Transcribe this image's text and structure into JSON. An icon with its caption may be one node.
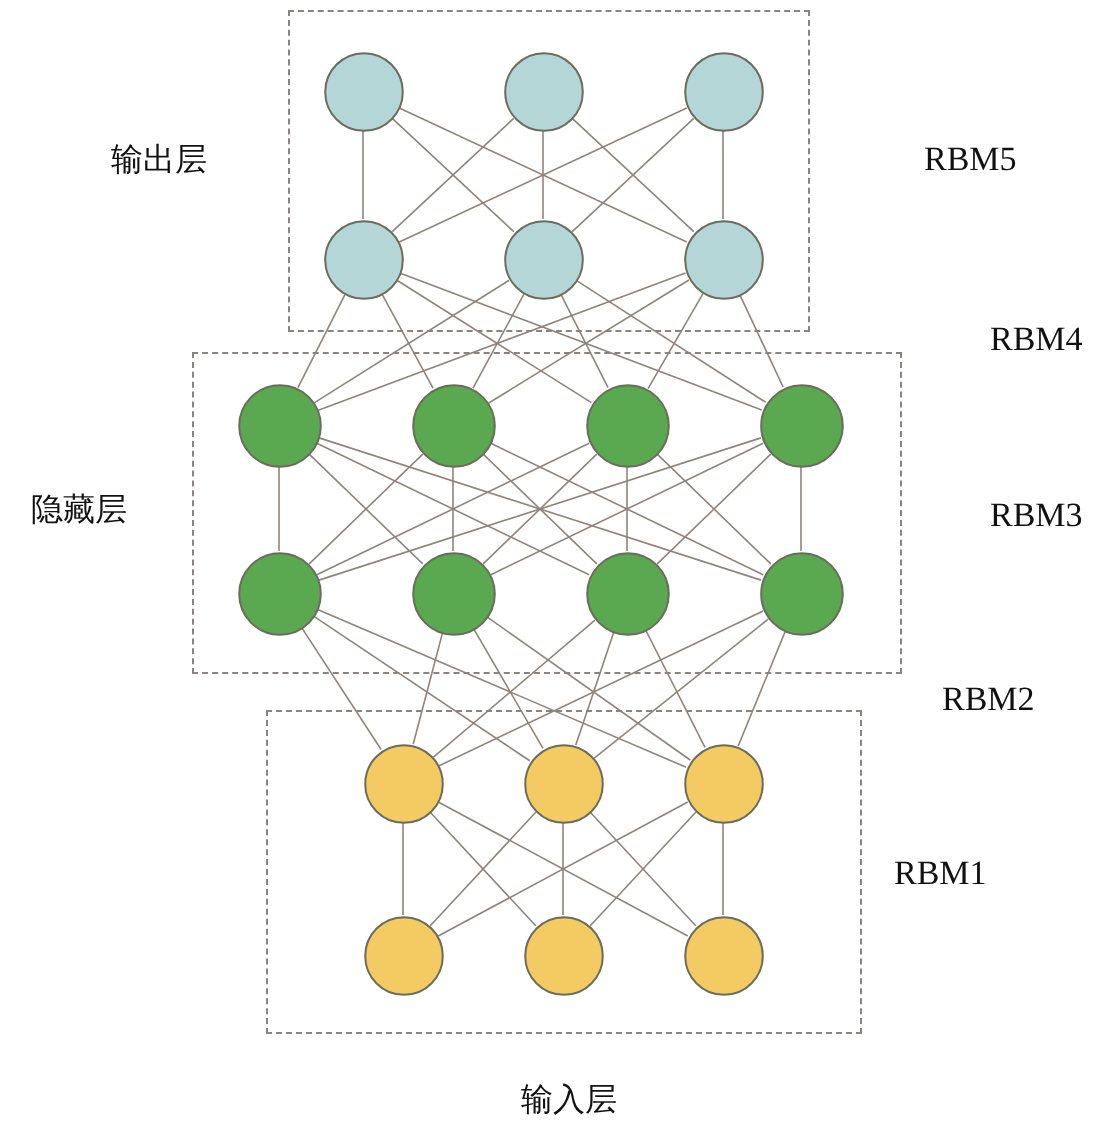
{
  "diagram": {
    "nodes": [
      {
        "text": [
          "输出层"
        ]
      },
      {
        "text": [],
        "shape": "circle",
        "in": 0
      },
      {
        "text": [],
        "shape": "circle",
        "in": 0
      },
      {
        "text": [],
        "shape": "circle",
        "in": 0
      },
      {
        "text": [],
        "shape": "circle",
        "in": 0
      },
      {
        "text": [],
        "shape": "circle",
        "in": 0
      },
      {
        "text": [],
        "shape": "circle",
        "in": 0
      },
      {
        "text": [
          "隐藏层"
        ]
      },
      {
        "text": [],
        "shape": "circle",
        "in": 7
      },
      {
        "text": [],
        "shape": "circle",
        "in": 7
      },
      {
        "text": [],
        "shape": "circle",
        "in": 7
      },
      {
        "text": [],
        "shape": "circle",
        "in": 7
      },
      {
        "text": [],
        "shape": "circle",
        "in": 7
      },
      {
        "text": [],
        "shape": "circle",
        "in": 7
      },
      {
        "text": [],
        "shape": "circle",
        "in": 7
      },
      {
        "text": [],
        "shape": "circle",
        "in": 7
      },
      {
        "text": [
          "输入层"
        ]
      },
      {
        "text": [],
        "shape": "circle",
        "in": 16
      },
      {
        "text": [],
        "shape": "circle",
        "in": 16
      },
      {
        "text": [],
        "shape": "circle",
        "in": 16
      },
      {
        "text": [],
        "shape": "circle",
        "in": 16
      },
      {
        "text": [],
        "shape": "circle",
        "in": 16
      },
      {
        "text": [],
        "shape": "circle",
        "in": 16
      }
    ],
    "edges": [
      {
        "from": 1,
        "to": 4,
        "arrow": "none"
      },
      {
        "from": 1,
        "to": 5,
        "arrow": "none"
      },
      {
        "from": 1,
        "to": 6,
        "arrow": "none"
      },
      {
        "from": 2,
        "to": 4,
        "arrow": "none"
      },
      {
        "from": 2,
        "to": 5,
        "arrow": "none"
      },
      {
        "from": 2,
        "to": 6,
        "arrow": "none"
      },
      {
        "from": 3,
        "to": 4,
        "arrow": "none"
      },
      {
        "from": 3,
        "to": 5,
        "arrow": "none"
      },
      {
        "from": 3,
        "to": 6,
        "arrow": "none"
      },
      {
        "from": 4,
        "to": 8,
        "arrow": "none"
      },
      {
        "from": 4,
        "to": 9,
        "arrow": "none"
      },
      {
        "from": 4,
        "to": 10,
        "arrow": "none"
      },
      {
        "from": 4,
        "to": 11,
        "arrow": "none"
      },
      {
        "from": 5,
        "to": 8,
        "arrow": "none"
      },
      {
        "from": 5,
        "to": 9,
        "arrow": "none"
      },
      {
        "from": 5,
        "to": 10,
        "arrow": "none"
      },
      {
        "from": 5,
        "to": 11,
        "arrow": "none"
      },
      {
        "from": 6,
        "to": 8,
        "arrow": "none"
      },
      {
        "from": 6,
        "to": 9,
        "arrow": "none"
      },
      {
        "from": 6,
        "to": 10,
        "arrow": "none"
      },
      {
        "from": 6,
        "to": 11,
        "arrow": "none"
      },
      {
        "from": 8,
        "to": 12,
        "arrow": "none"
      },
      {
        "from": 8,
        "to": 13,
        "arrow": "none"
      },
      {
        "from": 8,
        "to": 14,
        "arrow": "none"
      },
      {
        "from": 8,
        "to": 15,
        "arrow": "none"
      },
      {
        "from": 9,
        "to": 12,
        "arrow": "none"
      },
      {
        "from": 9,
        "to": 13,
        "arrow": "none"
      },
      {
        "from": 9,
        "to": 14,
        "arrow": "none"
      },
      {
        "from": 9,
        "to": 15,
        "arrow": "none"
      },
      {
        "from": 10,
        "to": 12,
        "arrow": "none"
      },
      {
        "from": 10,
        "to": 13,
        "arrow": "none"
      },
      {
        "from": 10,
        "to": 14,
        "arrow": "none"
      },
      {
        "from": 10,
        "to": 15,
        "arrow": "none"
      },
      {
        "from": 11,
        "to": 12,
        "arrow": "none"
      },
      {
        "from": 11,
        "to": 13,
        "arrow": "none"
      },
      {
        "from": 11,
        "to": 14,
        "arrow": "none"
      },
      {
        "from": 11,
        "to": 15,
        "arrow": "none"
      },
      {
        "from": 12,
        "to": 17,
        "arrow": "none"
      },
      {
        "from": 12,
        "to": 18,
        "arrow": "none"
      },
      {
        "from": 12,
        "to": 19,
        "arrow": "none"
      },
      {
        "from": 13,
        "to": 17,
        "arrow": "none"
      },
      {
        "from": 13,
        "to": 18,
        "arrow": "none"
      },
      {
        "from": 13,
        "to": 19,
        "arrow": "none"
      },
      {
        "from": 14,
        "to": 17,
        "arrow": "none"
      },
      {
        "from": 14,
        "to": 18,
        "arrow": "none"
      },
      {
        "from": 14,
        "to": 19,
        "arrow": "none"
      },
      {
        "from": 15,
        "to": 17,
        "arrow": "none"
      },
      {
        "from": 15,
        "to": 18,
        "arrow": "none"
      },
      {
        "from": 15,
        "to": 19,
        "arrow": "none"
      },
      {
        "from": 17,
        "to": 20,
        "arrow": "none"
      },
      {
        "from": 17,
        "to": 21,
        "arrow": "none"
      },
      {
        "from": 17,
        "to": 22,
        "arrow": "none"
      },
      {
        "from": 18,
        "to": 20,
        "arrow": "none"
      },
      {
        "from": 18,
        "to": 21,
        "arrow": "none"
      },
      {
        "from": 18,
        "to": 22,
        "arrow": "none"
      },
      {
        "from": 19,
        "to": 20,
        "arrow": "none"
      },
      {
        "from": 19,
        "to": 21,
        "arrow": "none"
      },
      {
        "from": 19,
        "to": 22,
        "arrow": "none"
      }
    ],
    "labels": [
      "RBM5",
      "RBM4",
      "RBM3",
      "RBM2",
      "RBM1"
    ]
  }
}
